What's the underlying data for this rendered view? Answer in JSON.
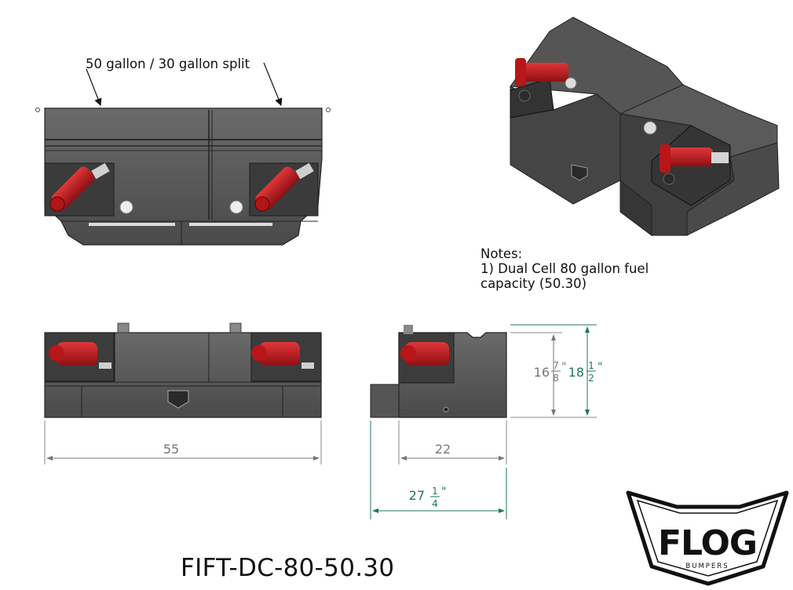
{
  "annotations": {
    "split_label": "50 gallon / 30 gallon split"
  },
  "notes": {
    "heading": "Notes:",
    "line1": "1)  Dual Cell 80 gallon fuel",
    "line2": "capacity (50.30)"
  },
  "dimensions": {
    "overall_width": "55",
    "tank_depth": "22",
    "total_depth_whole": "27",
    "total_depth_num": "1",
    "total_depth_den": "4",
    "body_height_whole": "16",
    "body_height_num": "7",
    "body_height_den": "8",
    "overall_height_whole": "18",
    "overall_height_num": "1",
    "overall_height_den": "2",
    "inch_mark": "\""
  },
  "logo": {
    "brand": "FLOG",
    "sub": "BUMPERS"
  },
  "part_number": "FIFT-DC-80-50.30",
  "colors": {
    "tank_fill": "#4d4d4d",
    "tank_dark": "#2f2f2f",
    "pump_red": "#c0181b",
    "dim_gray": "#777777",
    "dim_green": "#1e7a55"
  }
}
